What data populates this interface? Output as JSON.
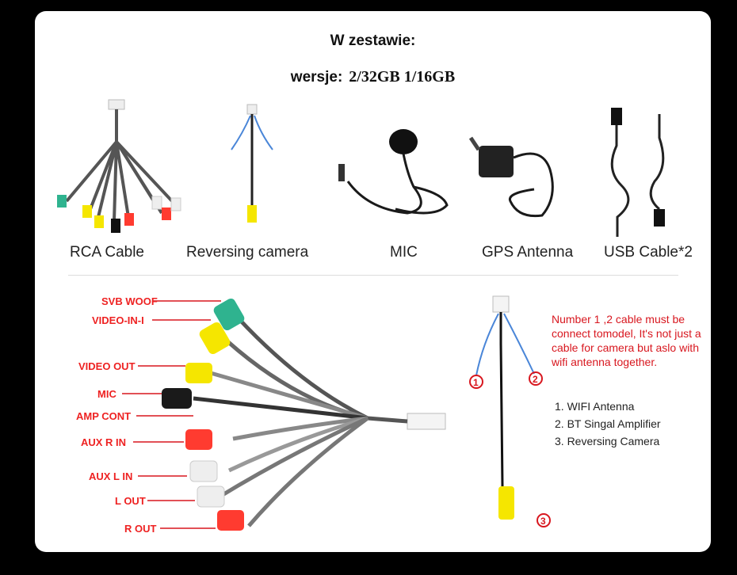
{
  "header": {
    "title": "W zestawie:",
    "versions_label": "wersje:",
    "versions_value": "2/32GB  1/16GB"
  },
  "items": [
    {
      "label": "RCA Cable"
    },
    {
      "label": "Reversing  camera"
    },
    {
      "label": "MIC"
    },
    {
      "label": "GPS Antenna"
    },
    {
      "label": "USB Cable*2"
    }
  ],
  "connectors": [
    {
      "label": "SVB WOOF"
    },
    {
      "label": "VIDEO-IN-I"
    },
    {
      "label": "VIDEO OUT"
    },
    {
      "label": "MIC"
    },
    {
      "label": "AMP CONT"
    },
    {
      "label": "AUX R IN"
    },
    {
      "label": "AUX L IN"
    },
    {
      "label": "L OUT"
    },
    {
      "label": "R OUT"
    }
  ],
  "camera_cable": {
    "note": "Number 1 ,2 cable must be connect tomodel, It's not just a cable for camera but aslo with wifi antenna together.",
    "markers": [
      "1",
      "2",
      "3"
    ],
    "list": [
      "1. WIFI Antenna",
      "2. BT Singal Amplifier",
      "3. Reversing Camera"
    ]
  },
  "colors": {
    "label_red": "#e22222",
    "rca_yellow": "#f5e600",
    "rca_red": "#ff3b30",
    "rca_green": "#2fb38f",
    "wire_blue": "#4a86d8"
  }
}
